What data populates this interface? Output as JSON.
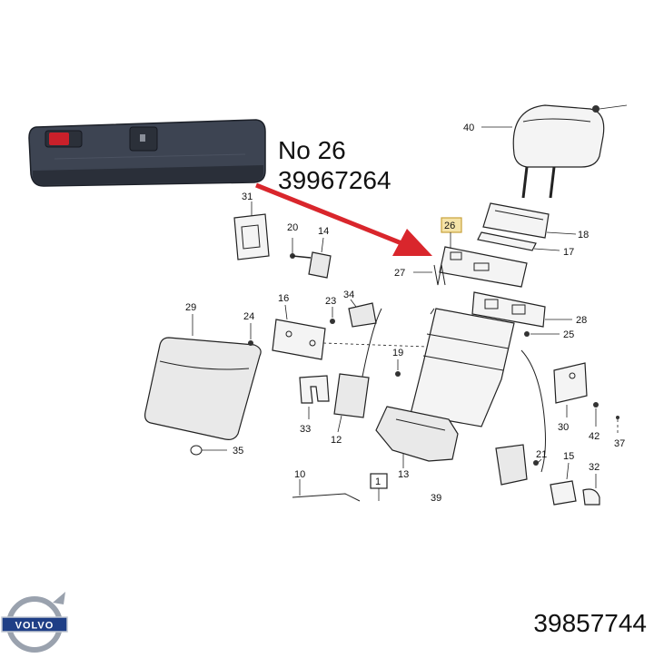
{
  "annotation": {
    "line1": "No 26",
    "line2": "39967264"
  },
  "part_number": "39857744",
  "brand": {
    "logo_text": "VOLVO"
  },
  "callouts": [
    "40",
    "18",
    "17",
    "26",
    "31",
    "20",
    "14",
    "27",
    "28",
    "16",
    "23",
    "34",
    "29",
    "24",
    "25",
    "19",
    "33",
    "12",
    "30",
    "42",
    "37",
    "13",
    "35",
    "21",
    "15",
    "32",
    "10",
    "1",
    "39"
  ],
  "colors": {
    "arrow": "#d9262c",
    "armrest": "#3d4452",
    "logo_blue": "#1f3f86"
  }
}
